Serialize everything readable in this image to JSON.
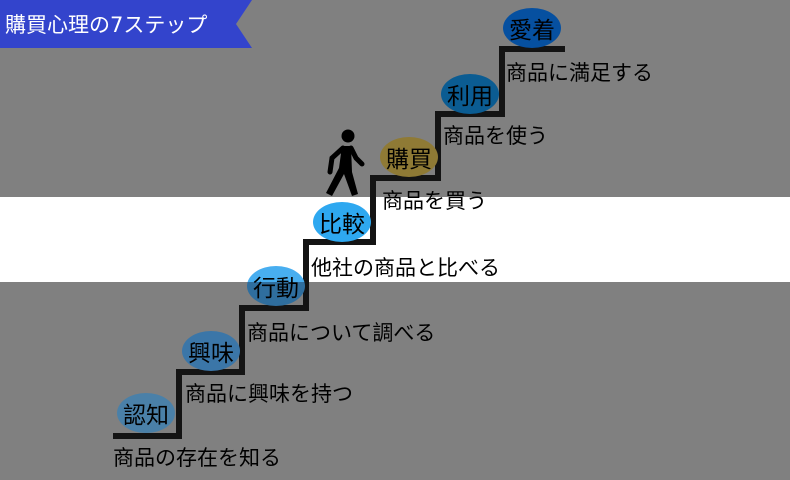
{
  "title": "購買心理の7ステップ",
  "steps": [
    {
      "name": "認知",
      "desc": "商品の存在を知る",
      "color": "#4a80a8"
    },
    {
      "name": "興味",
      "desc": "商品に興味を持つ",
      "color": "#3b76a8"
    },
    {
      "name": "行動",
      "desc": "商品について調べる",
      "color": "#3a8ec8"
    },
    {
      "name": "比較",
      "desc": "他社の商品と比べる",
      "color": "#2ea8f0"
    },
    {
      "name": "購買",
      "desc": "商品を買う",
      "color": "#8f7a35"
    },
    {
      "name": "利用",
      "desc": "商品を使う",
      "color": "#0b5c92"
    },
    {
      "name": "愛着",
      "desc": "商品に満足する",
      "color": "#0650a0"
    }
  ],
  "icons": {
    "walker": "person-walking-icon"
  }
}
